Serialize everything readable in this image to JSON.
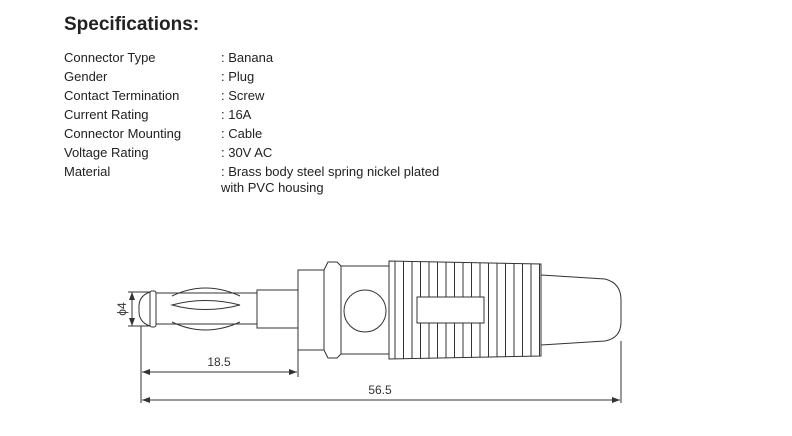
{
  "title": "Specifications:",
  "specs": [
    {
      "key": "Connector Type",
      "value": ": Banana"
    },
    {
      "key": "Gender",
      "value": ": Plug"
    },
    {
      "key": "Contact Termination",
      "value": ": Screw"
    },
    {
      "key": "Current Rating",
      "value": ": 16A"
    },
    {
      "key": "Connector Mounting",
      "value": ": Cable"
    },
    {
      "key": "Voltage Rating",
      "value": ": 30V AC"
    },
    {
      "key": "Material",
      "value": ": Brass body steel spring nickel plated",
      "value2": "with PVC housing"
    }
  ],
  "drawing": {
    "diameter_label": "ϕ4",
    "pin_length_label": "18.5",
    "total_length_label": "56.5"
  }
}
